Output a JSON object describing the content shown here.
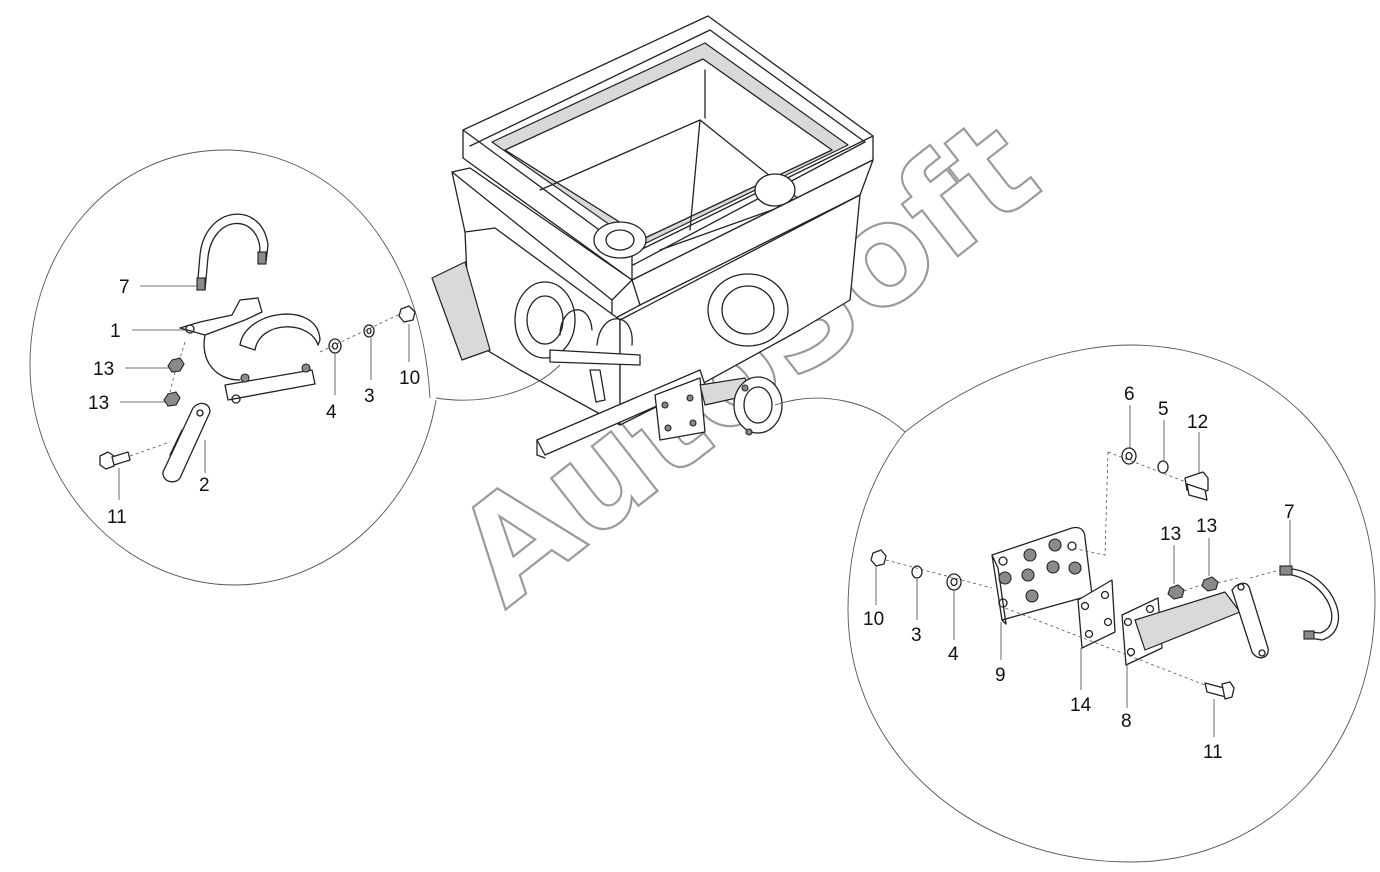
{
  "watermark": "AutoSoft",
  "left_callouts": {
    "c7": "7",
    "c1": "1",
    "c13a": "13",
    "c13b": "13",
    "c4": "4",
    "c3": "3",
    "c10": "10",
    "c2": "2",
    "c11": "11"
  },
  "right_callouts": {
    "c6": "6",
    "c5": "5",
    "c12": "12",
    "c13a": "13",
    "c13b": "13",
    "c7": "7",
    "c10": "10",
    "c3": "3",
    "c4": "4",
    "c9": "9",
    "c14": "14",
    "c8": "8",
    "c11": "11"
  },
  "colors": {
    "line": "#222222",
    "watermark": "#9a9a9a",
    "shade": "#d9d9d9"
  }
}
